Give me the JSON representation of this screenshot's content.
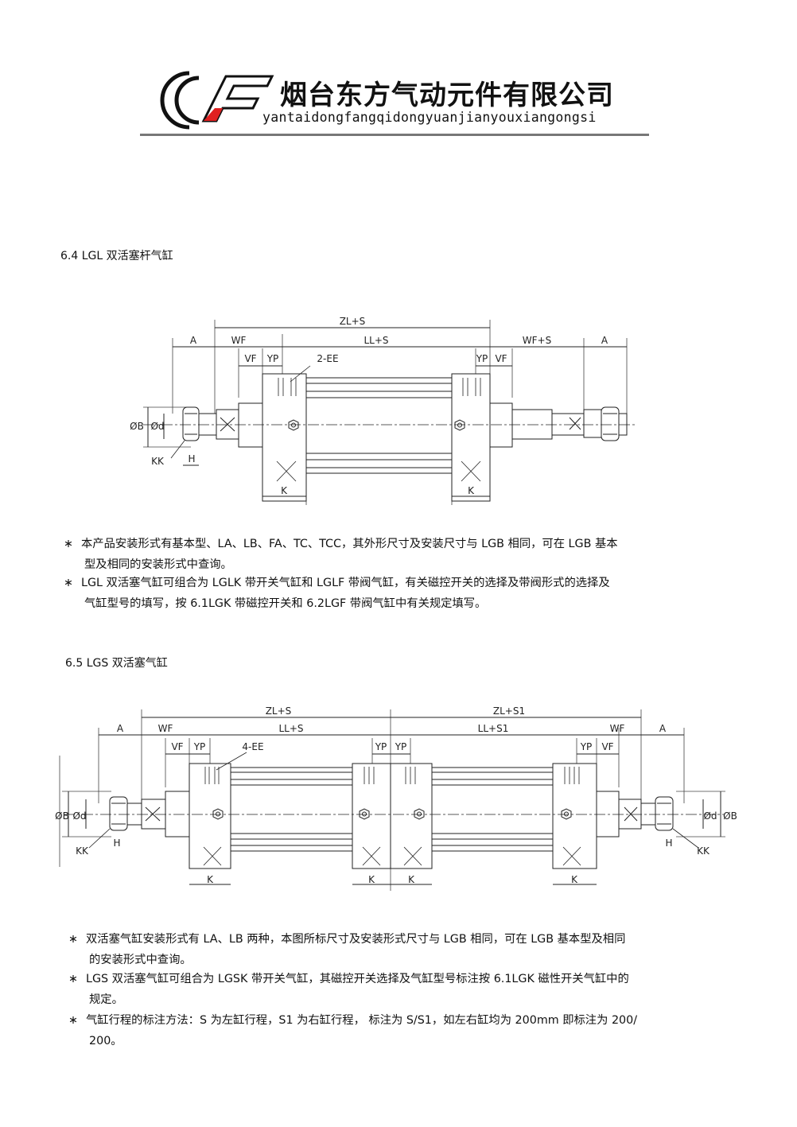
{
  "header": {
    "company_name": "烟台东方气动元件有限公司",
    "company_pinyin": "yantaidongfangqidongyuanjianyouxiangongsi"
  },
  "section_64": {
    "title": "6.4 LGL 双活塞杆气缸",
    "dims": {
      "zl_s": "ZL+S",
      "ll_s": "LL+S",
      "a": "A",
      "wf": "WF",
      "vf": "VF",
      "yp": "YP",
      "ee": "2-EE",
      "wf_s": "WF+S",
      "phi_b": "ØB",
      "phi_d": "Ød",
      "kk": "KK",
      "h": "H",
      "k": "K"
    },
    "notes": [
      [
        "本产品安装形式有基本型、LA、LB、FA、TC、TCC，其外形尺寸及安装尺寸与 LGB 相同，可在 LGB 基本",
        "型及相同的安装形式中查询。"
      ],
      [
        "LGL 双活塞气缸可组合为 LGLK 带开关气缸和 LGLF 带阀气缸，有关磁控开关的选择及带阀形式的选择及",
        "气缸型号的填写，按 6.1LGK 带磁控开关和 6.2LGF 带阀气缸中有关规定填写。"
      ]
    ]
  },
  "section_65": {
    "title": "6.5 LGS 双活塞气缸",
    "dims": {
      "zl_s": "ZL+S",
      "zl_s1": "ZL+S1",
      "ll_s": "LL+S",
      "ll_s1": "LL+S1",
      "a": "A",
      "wf": "WF",
      "vf": "VF",
      "yp": "YP",
      "ee": "4-EE",
      "phi_b": "ØB",
      "phi_d": "Ød",
      "kk": "KK",
      "h": "H",
      "k": "K"
    },
    "notes": [
      [
        "双活塞气缸安装形式有 LA、LB 两种，本图所标尺寸及安装形式尺寸与 LGB 相同，可在 LGB 基本型及相同",
        "的安装形式中查询。"
      ],
      [
        "LGS 双活塞气缸可组合为 LGSK 带开关气缸，其磁控开关选择及气缸型号标注按 6.1LGK 磁性开关气缸中的",
        "规定。"
      ],
      [
        "气缸行程的标注方法：S 为左缸行程，S1 为右缸行程， 标注为 S/S1，如左右缸均为 200mm 即标注为 200/",
        "200。"
      ]
    ]
  },
  "colors": {
    "logo_red": "#e02020",
    "rule": "#777777"
  }
}
